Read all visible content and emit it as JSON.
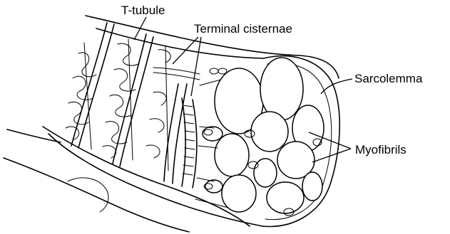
{
  "labels": {
    "t_tubule": "T-tubule",
    "terminal_cisternae": "Terminal cisternae",
    "sarcolemma": "Sarcolemma",
    "myofibrils": "Myofibrils"
  }
}
